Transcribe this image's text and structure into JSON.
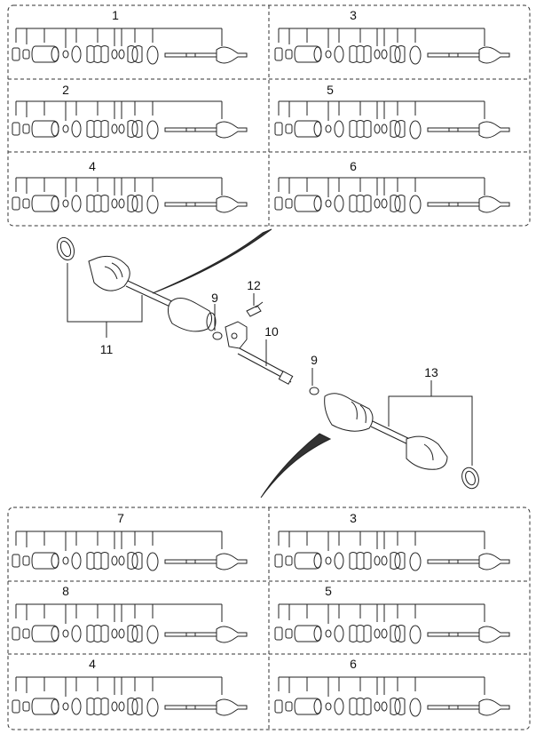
{
  "title": "",
  "top_block": {
    "rows": [
      {
        "left_label": "1",
        "right_label": "3"
      },
      {
        "left_label": "2",
        "right_label": "5"
      },
      {
        "left_label": "4",
        "right_label": "6"
      }
    ]
  },
  "assembly": {
    "callouts": {
      "c9a": "9",
      "c12": "12",
      "c10": "10",
      "c9b": "9",
      "c11": "11",
      "c13": "13"
    }
  },
  "bottom_block": {
    "rows": [
      {
        "left_label": "7",
        "right_label": "3"
      },
      {
        "left_label": "8",
        "right_label": "5"
      },
      {
        "left_label": "4",
        "right_label": "6"
      }
    ]
  }
}
